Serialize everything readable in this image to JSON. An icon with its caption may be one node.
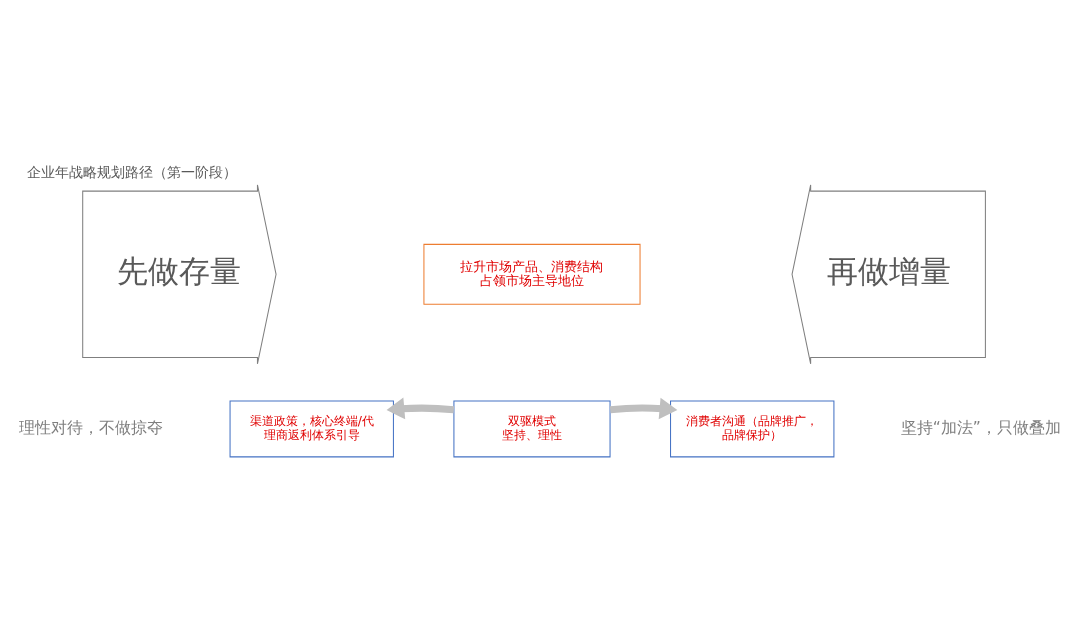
{
  "diagram": {
    "title": "企业年战略规划路径（第一阶段）",
    "nodes": [
      {
        "text": [
          "先做存量"
        ],
        "beside": [
          "理性对待，不做掠夺"
        ]
      },
      {
        "text": [
          "拉升市场产品、消费结构",
          "占领市场主导地位"
        ]
      },
      {
        "text": [
          "再做增量"
        ],
        "beside": [
          "坚持“加法”，只做叠加"
        ]
      },
      {
        "text": [
          "渠道政策，核心终端/代理商返利体系引导"
        ]
      },
      {
        "text": [
          "双驱模式",
          "坚持、理性"
        ]
      },
      {
        "text": [
          "消费者沟通（品牌推广，品牌保护）"
        ]
      }
    ],
    "edges": [
      {
        "from": 4,
        "to": 3,
        "arrow": "to",
        "color": "#bfbfbf"
      },
      {
        "from": 4,
        "to": 5,
        "arrow": "to",
        "color": "#bfbfbf"
      }
    ]
  }
}
